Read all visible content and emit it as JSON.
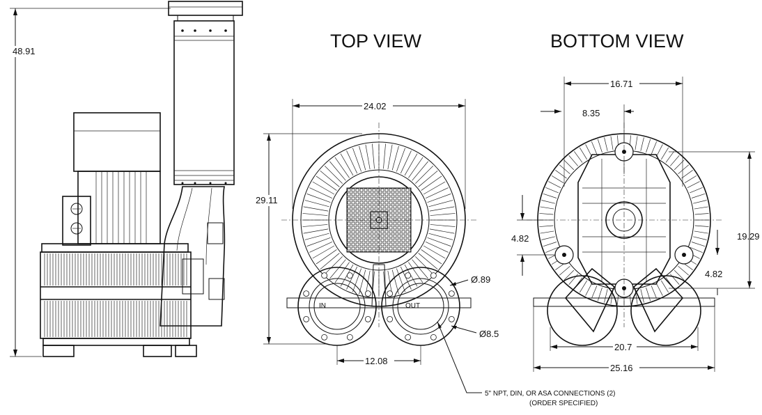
{
  "views": {
    "top": {
      "title": "TOP VIEW"
    },
    "bottom": {
      "title": "BOTTOM VIEW"
    }
  },
  "dimensions": {
    "overall_height": "48.91",
    "top_width": "24.02",
    "top_height": "29.11",
    "port_spacing": "12.08",
    "bolt_hole": "Ø.89",
    "bolt_circle": "Ø8.5",
    "bottom_mount_width": "16.71",
    "bottom_half_width": "8.35",
    "bottom_offset_left": "4.82",
    "bottom_mount_height": "19.29",
    "bottom_offset_right": "4.82",
    "bottom_base_width": "20.7",
    "bottom_overall_width": "25.16"
  },
  "labels": {
    "inlet": "IN",
    "outlet": "OUT",
    "connections": "5\" NPT, DIN, OR ASA CONNECTIONS (2)",
    "connections_note": "(ORDER SPECIFIED)"
  }
}
